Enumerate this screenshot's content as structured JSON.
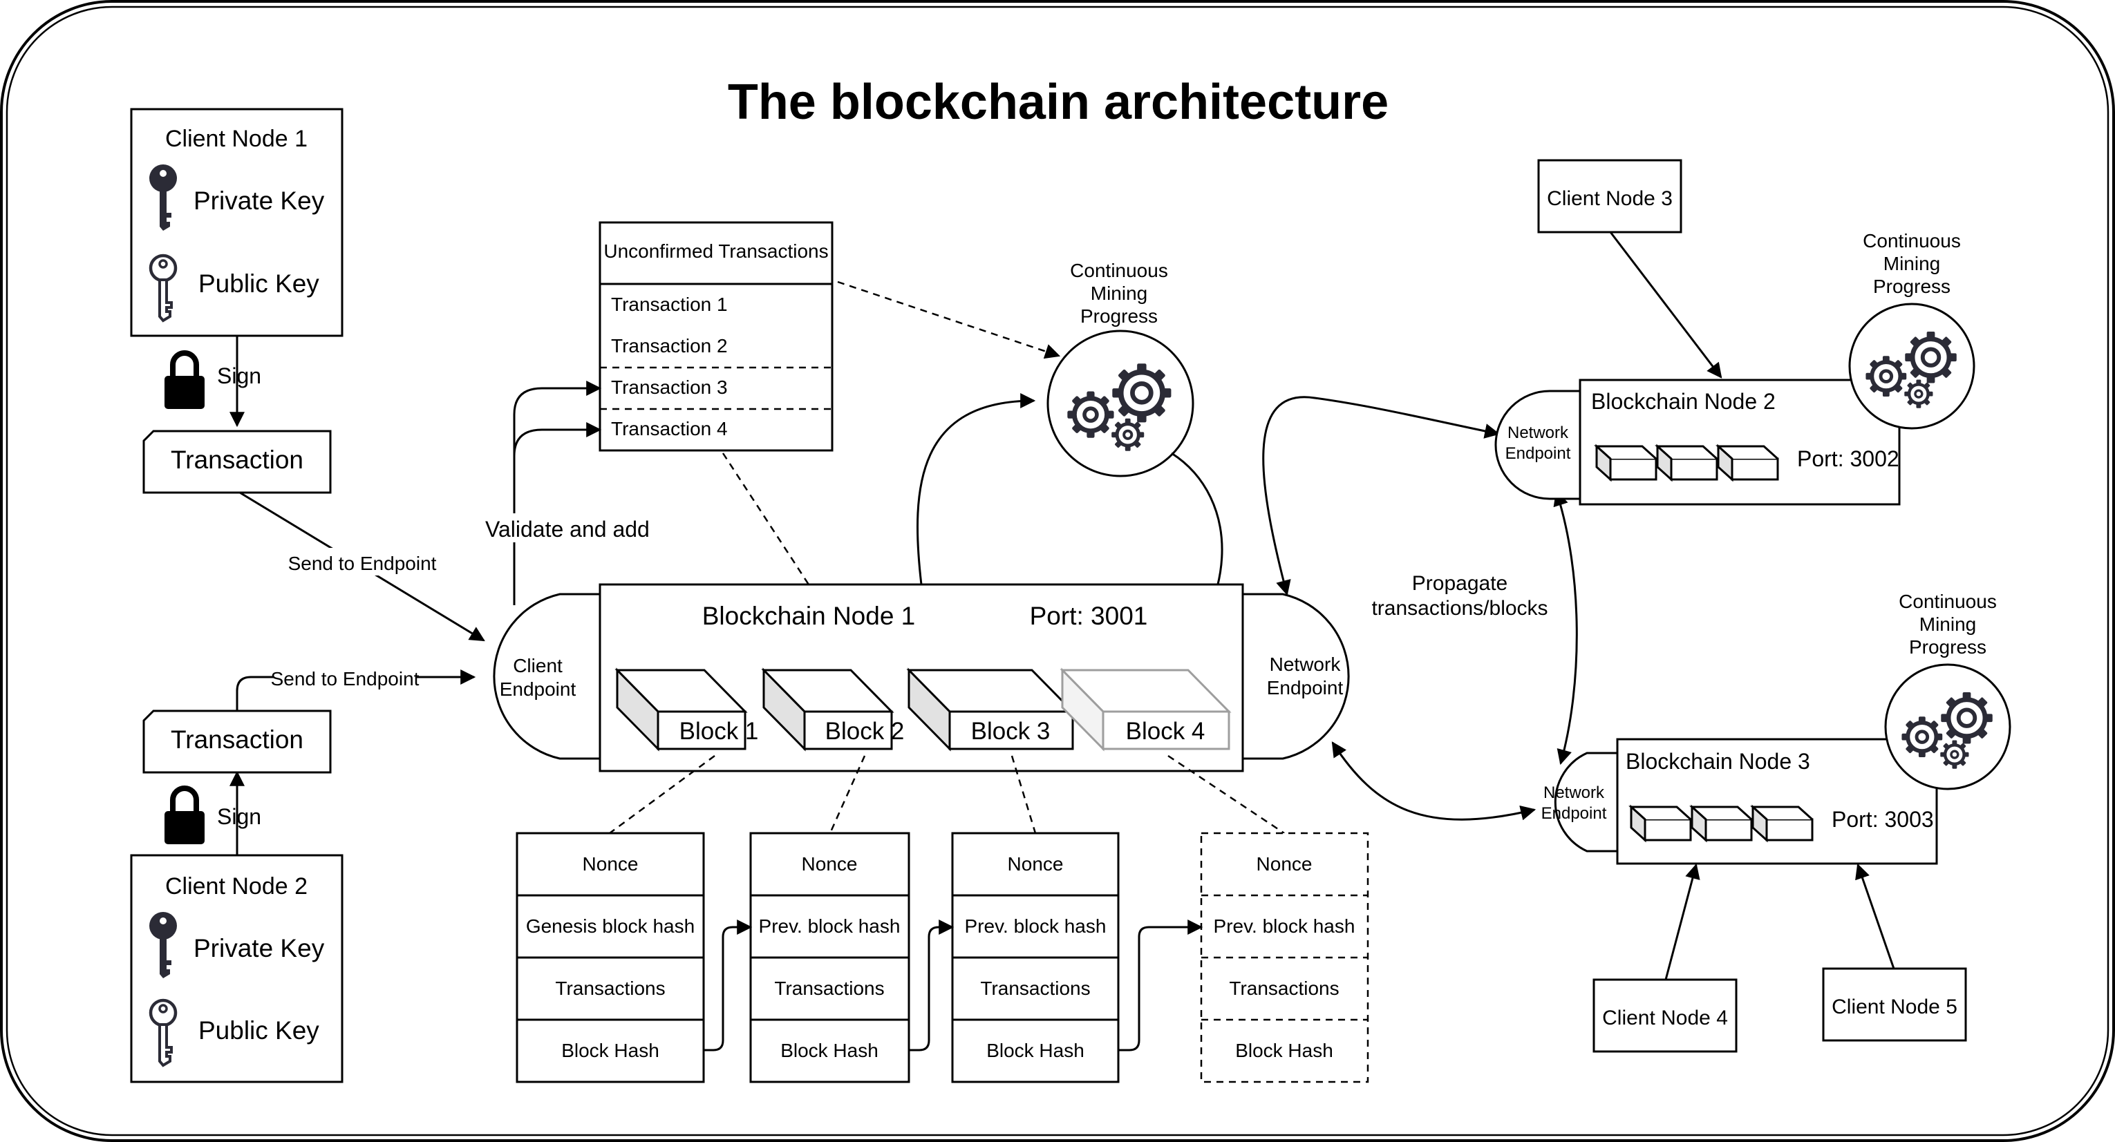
{
  "title": "The blockchain architecture",
  "client_nodes": {
    "node1": {
      "title": "Client Node 1",
      "private_key": "Private Key",
      "public_key": "Public Key"
    },
    "node2": {
      "title": "Client Node 2",
      "private_key": "Private Key",
      "public_key": "Public Key"
    },
    "node3": "Client Node 3",
    "node4": "Client Node 4",
    "node5": "Client Node 5"
  },
  "sign_label": "Sign",
  "transaction_label": "Transaction",
  "send_to_endpoint": "Send to Endpoint",
  "validate_and_add": "Validate and add",
  "unconfirmed": {
    "header": "Unconfirmed Transactions",
    "items": [
      "Transaction 1",
      "Transaction 2",
      "Transaction 3",
      "Transaction 4"
    ]
  },
  "mining_label": [
    "Continuous",
    "Mining",
    "Progress"
  ],
  "node1": {
    "title": "Blockchain Node 1",
    "port": "Port: 3001",
    "client_endpoint": [
      "Client",
      "Endpoint"
    ],
    "network_endpoint": [
      "Network",
      "Endpoint"
    ],
    "blocks": [
      "Block 1",
      "Block 2",
      "Block 3",
      "Block 4"
    ]
  },
  "block_details": [
    [
      "Nonce",
      "Genesis block hash",
      "Transactions",
      "Block Hash"
    ],
    [
      "Nonce",
      "Prev. block hash",
      "Transactions",
      "Block Hash"
    ],
    [
      "Nonce",
      "Prev. block hash",
      "Transactions",
      "Block Hash"
    ],
    [
      "Nonce",
      "Prev. block hash",
      "Transactions",
      "Block Hash"
    ]
  ],
  "propagate": [
    "Propagate",
    "transactions/blocks"
  ],
  "node2": {
    "title": "Blockchain Node 2",
    "port": "Port: 3002",
    "endpoint": [
      "Network",
      "Endpoint"
    ]
  },
  "node3": {
    "title": "Blockchain Node 3",
    "port": "Port: 3003",
    "endpoint": [
      "Network",
      "Endpoint"
    ]
  },
  "colors": {
    "stroke": "#000000",
    "future_block": "#9e9e9e",
    "gear": "#2b2b36"
  },
  "icons": [
    "private-key-icon",
    "public-key-icon",
    "lock-icon",
    "gears-icon"
  ]
}
